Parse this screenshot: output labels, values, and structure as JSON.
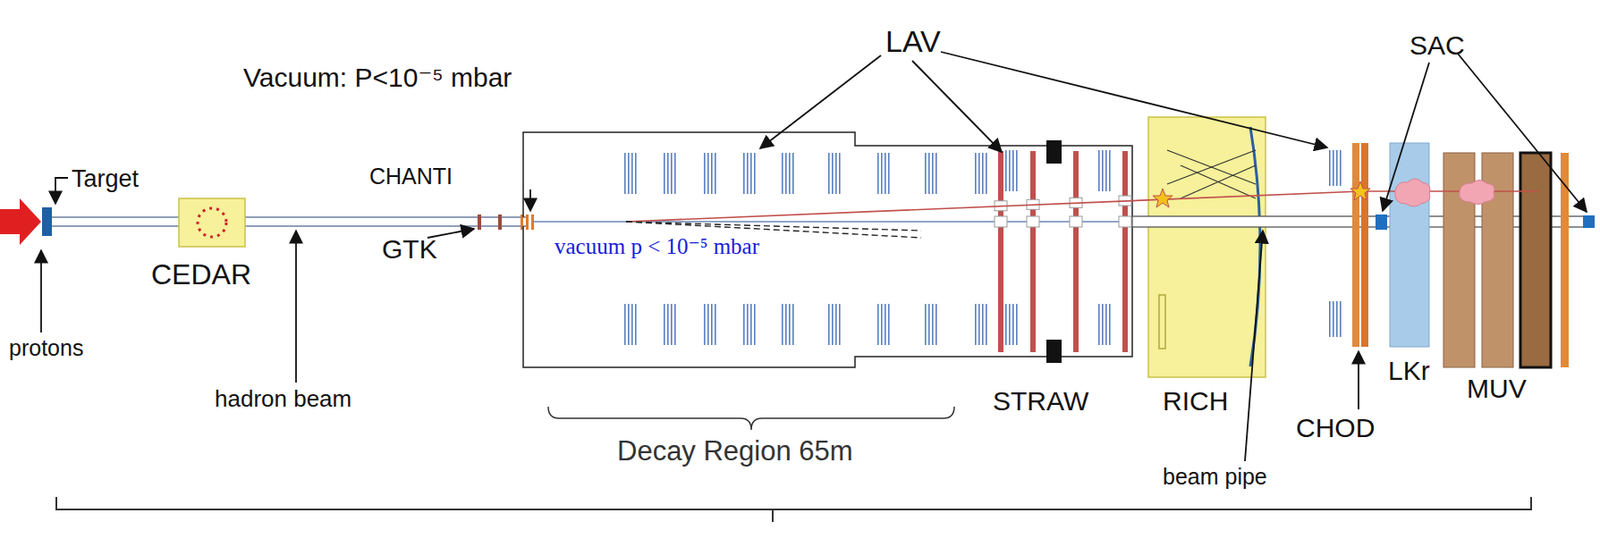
{
  "diagram": {
    "labels": [
      "LAV",
      "Vacuum: P<10⁻⁵ mbar",
      "SAC",
      "Target",
      "CHANTI",
      "CEDAR",
      "GTK",
      "vacuum p < 10⁻⁵ mbar",
      "protons",
      "hadron beam",
      "STRAW",
      "RICH",
      "CHOD",
      "LKr",
      "MUV",
      "beam pipe",
      "Decay Region 65m"
    ]
  }
}
